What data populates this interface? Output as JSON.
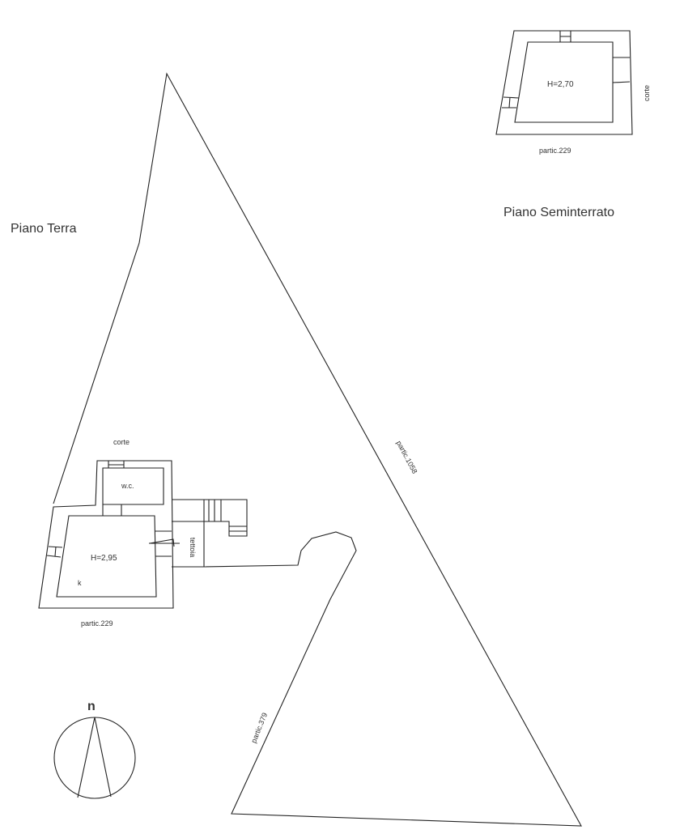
{
  "labels": {
    "piano_terra": "Piano Terra",
    "piano_seminterrato": "Piano Seminterrato",
    "h_seminterrato": "H=2,70",
    "h_terra": "H=2,95",
    "corte_top": "corte",
    "corte_ground": "corte",
    "partic_229_top": "partic.229",
    "partic_229_ground": "partic.229",
    "partic_1058": "partic.1058",
    "partic_379": "partic.379",
    "wc": "w.c.",
    "k": "k",
    "tettoia": "tettoia",
    "north": "n"
  }
}
